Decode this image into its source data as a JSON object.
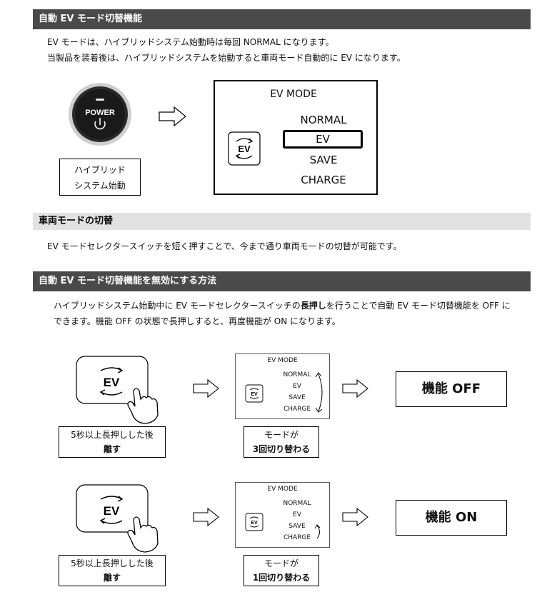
{
  "section1": {
    "header": "自動 EV モード切替機能",
    "line1": "EV モードは、ハイブリッドシステム始動時は毎回 NORMAL になります。",
    "line2": "当製品を装着後は、ハイブリッドシステムを始動すると車両モード自動的に EV になります。",
    "power_label": "POWER",
    "caption_line1": "ハイブリッド",
    "caption_line2": "システム始動",
    "display": {
      "title": "EV MODE",
      "modes": [
        "NORMAL",
        "EV",
        "SAVE",
        "CHARGE"
      ],
      "selected": "EV",
      "icon_text": "EV"
    }
  },
  "section2": {
    "header": "車両モードの切替",
    "line1": "EV モードセレクタースイッチを短く押すことで、今まで通り車両モードの切替が可能です。"
  },
  "section3": {
    "header": "自動 EV モード切替機能を無効にする方法",
    "line1_pre": "ハイブリッドシステム始動中に EV モードセレクタースイッチの",
    "line1_bold": "長押し",
    "line1_post": "を行うことで自動 EV モード切替機能を OFF に",
    "line2": "できます。機能 OFF の状態で長押しすると、再度機能が ON になります。",
    "rows": [
      {
        "button_text": "EV",
        "caption_line1": "5秒以上長押しした後",
        "caption_line2": "離す",
        "display_title": "EV MODE",
        "modes": [
          "NORMAL",
          "EV",
          "SAVE",
          "CHARGE"
        ],
        "icon_text": "EV",
        "mode_caption_line1": "モードが",
        "mode_caption_line2": "3回切り替わる",
        "result": "機能 OFF"
      },
      {
        "button_text": "EV",
        "caption_line1": "5秒以上長押しした後",
        "caption_line2": "離す",
        "display_title": "EV MODE",
        "modes": [
          "NORMAL",
          "EV",
          "SAVE",
          "CHARGE"
        ],
        "icon_text": "EV",
        "mode_caption_line1": "モードが",
        "mode_caption_line2": "1回切り替わる",
        "result": "機能 ON"
      }
    ]
  }
}
